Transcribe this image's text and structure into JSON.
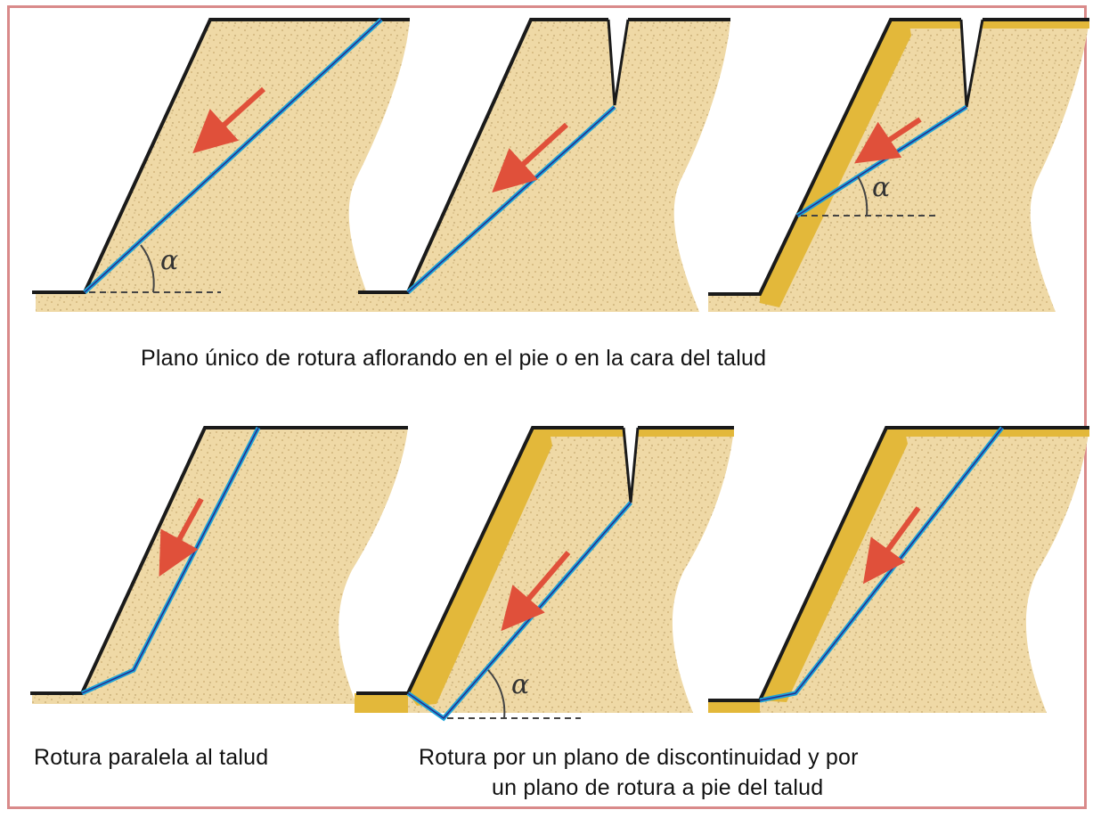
{
  "captions": {
    "top": "Plano único de rotura aflorando en el pie o en la cara del talud",
    "bottom_left": "Rotura paralela al talud",
    "bottom_right_line1": "Rotura por un plano de discontinuidad y por",
    "bottom_right_line2": "un plano de rotura a pie del talud"
  },
  "angle_symbol": "α",
  "colors": {
    "soil": "#efd9a6",
    "soil_speckle": "#c9ab70",
    "weathered_layer": "#e3b83a",
    "failure_plane": "#1aa3d9",
    "slide_arrow": "#e0503a",
    "outline": "#1a1a1a",
    "frame_border": "#d98a8a"
  }
}
